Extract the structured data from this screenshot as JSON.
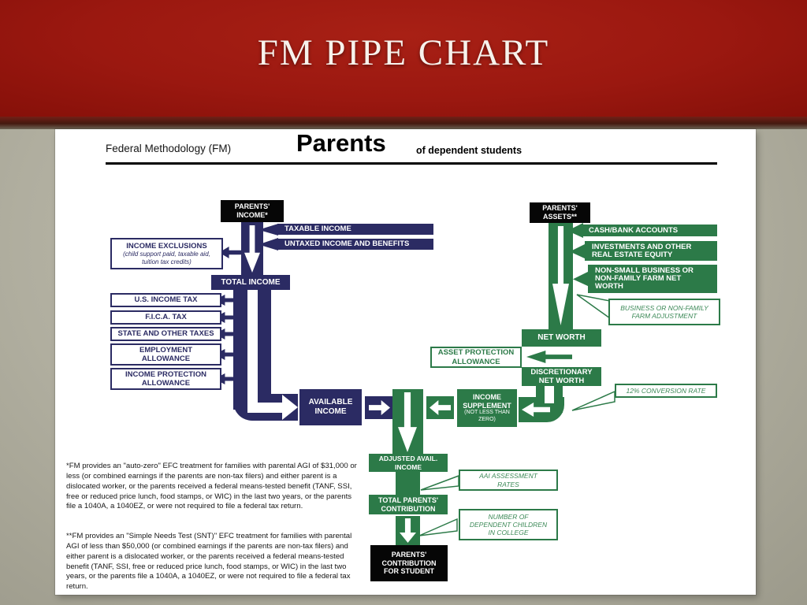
{
  "slide": {
    "title": "FM PIPE CHART",
    "colors": {
      "header_red": "#9b1810",
      "navy": "#2b2b63",
      "green": "#2c7a48",
      "black_box": "#060606"
    }
  },
  "diagram": {
    "header": {
      "methodology": "Federal Methodology (FM)",
      "audience_main": "Parents",
      "audience_sub": "of dependent students"
    },
    "income_side": {
      "parents_income": "PARENTS'\nINCOME*",
      "taxable_income": "TAXABLE INCOME",
      "untaxed_income": "UNTAXED INCOME AND BENEFITS",
      "income_exclusions_title": "INCOME EXCLUSIONS",
      "income_exclusions_detail": "(child support paid, taxable aid,\ntuition tax credits)",
      "total_income": "TOTAL INCOME",
      "us_income_tax": "U.S. INCOME TAX",
      "fica_tax": "F.I.C.A. TAX",
      "state_other_taxes": "STATE AND OTHER TAXES",
      "employment_allowance": "EMPLOYMENT\nALLOWANCE",
      "income_protection_allowance": "INCOME PROTECTION\nALLOWANCE",
      "available_income": "AVAILABLE\nINCOME"
    },
    "asset_side": {
      "parents_assets": "PARENTS'\nASSETS**",
      "cash_bank": "CASH/BANK ACCOUNTS",
      "investments": "INVESTMENTS AND OTHER\nREAL ESTATE EQUITY",
      "non_small_business": "NON-SMALL BUSINESS OR\nNON-FAMILY FARM NET\nWORTH",
      "business_adjustment": "BUSINESS OR NON-FAMILY\nFARM ADJUSTMENT",
      "net_worth": "NET WORTH",
      "asset_protection_allowance": "ASSET PROTECTION\nALLOWANCE",
      "discretionary_net_worth": "DISCRETIONARY\nNET WORTH",
      "conversion_rate": "12% CONVERSION RATE",
      "income_supplement_title": "INCOME\nSUPPLEMENT",
      "income_supplement_note": "(NOT LESS THAN\nZERO)"
    },
    "bottom": {
      "adjusted_available_income": "ADJUSTED AVAIL.\nINCOME",
      "aai_assessment_rates": "AAI ASSESSMENT\nRATES",
      "total_parents_contribution": "TOTAL PARENTS'\nCONTRIBUTION",
      "dependent_children": "NUMBER OF\nDEPENDENT CHILDREN\nIN COLLEGE",
      "parents_contribution_for_student": "PARENTS'\nCONTRIBUTION\nFOR STUDENT"
    },
    "footnotes": {
      "auto_zero": "*FM provides an \"auto-zero\" EFC treatment for families with parental AGI of $31,000 or less (or combined earnings if the parents are non-tax filers) and either parent is a dislocated worker, or the parents received a federal means-tested benefit (TANF, SSI, free or reduced price lunch, food stamps, or WIC) in the last two years, or the parents file a 1040A, a 1040EZ, or were not required to file a federal tax return.",
      "simple_needs": "**FM provides an \"Simple Needs Test (SNT)\" EFC treatment for families with parental AGI of less than $50,000 (or combined earnings if the parents are non-tax filers) and either parent is a dislocated worker, or the parents received a federal means-tested benefit (TANF, SSI, free or reduced price lunch, food stamps, or WIC) in the last two years, or the parents file a 1040A, a 1040EZ, or were not required to file a federal tax return."
    }
  }
}
